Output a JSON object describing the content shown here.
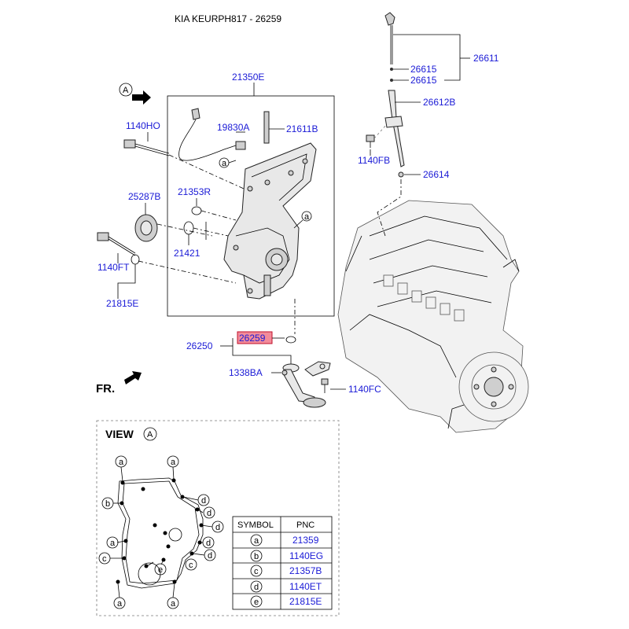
{
  "title": "KIA KEURPH817 - 26259",
  "view_a_marker": "A",
  "fr_label": "FR.",
  "view_title": "VIEW",
  "view_letter": "A",
  "parts": {
    "p21350E": "21350E",
    "p19830A": "19830A",
    "p21611B": "21611B",
    "p1140HO": "1140HO",
    "p25287B": "25287B",
    "p21353R": "21353R",
    "p21421": "21421",
    "p1140FT": "1140FT",
    "p21815E": "21815E",
    "p26259": "26259",
    "p26250": "26250",
    "p1338BA": "1338BA",
    "p1140FC": "1140FC",
    "p26611": "26611",
    "p26615a": "26615",
    "p26615b": "26615",
    "p26612B": "26612B",
    "p1140FB": "1140FB",
    "p26614": "26614"
  },
  "callout_letters": {
    "a": "a",
    "b": "b",
    "c": "c",
    "d": "d",
    "e": "e"
  },
  "table": {
    "headers": [
      "SYMBOL",
      "PNC"
    ],
    "rows": [
      {
        "symbol": "a",
        "pnc": "21359"
      },
      {
        "symbol": "b",
        "pnc": "1140EG"
      },
      {
        "symbol": "c",
        "pnc": "21357B"
      },
      {
        "symbol": "d",
        "pnc": "1140ET"
      },
      {
        "symbol": "e",
        "pnc": "21815E"
      }
    ]
  },
  "colors": {
    "part_number": "#1a1ad6",
    "highlight_fill": "#f28b9a",
    "highlight_stroke": "#c0102a"
  }
}
